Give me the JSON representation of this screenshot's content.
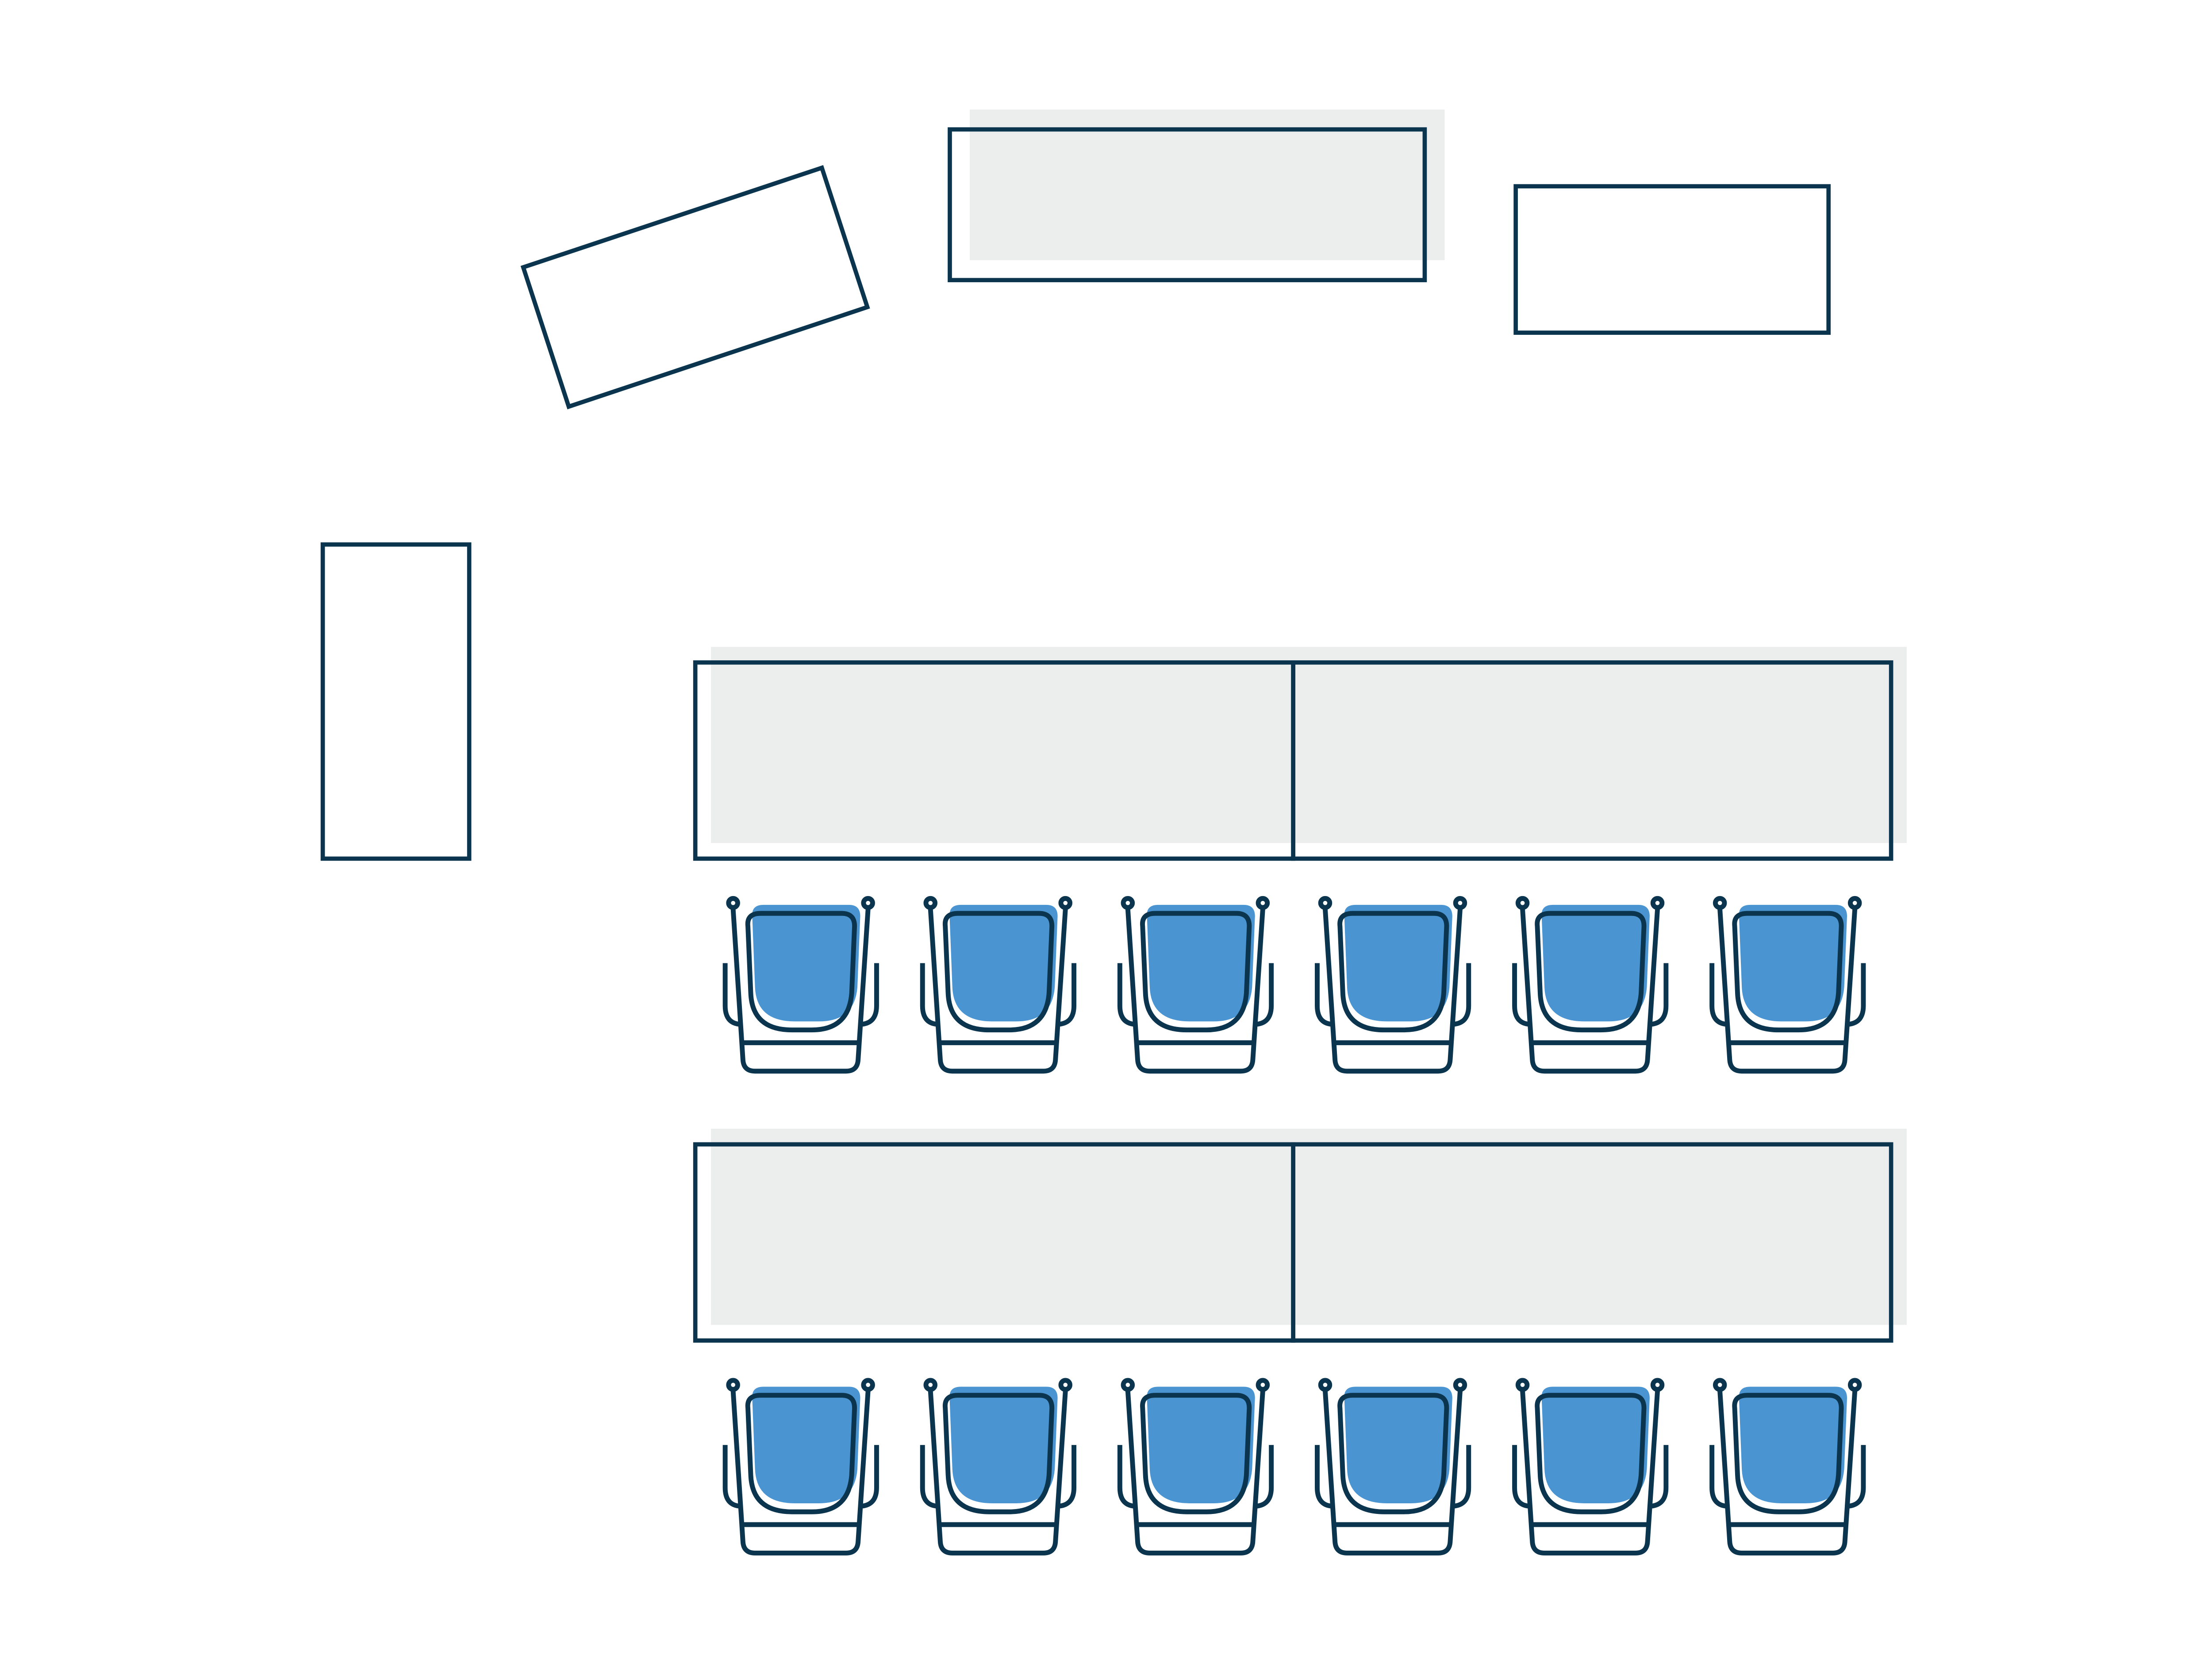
{
  "colors": {
    "outline": "#0b354e",
    "seat": "#4a95d1",
    "table_fill": "#eceeed",
    "background": "#ffffff"
  },
  "layout": {
    "loose_tables": 4,
    "table_rows": [
      {
        "table_segments": 2,
        "chairs": 6
      },
      {
        "table_segments": 2,
        "chairs": 6
      }
    ]
  }
}
